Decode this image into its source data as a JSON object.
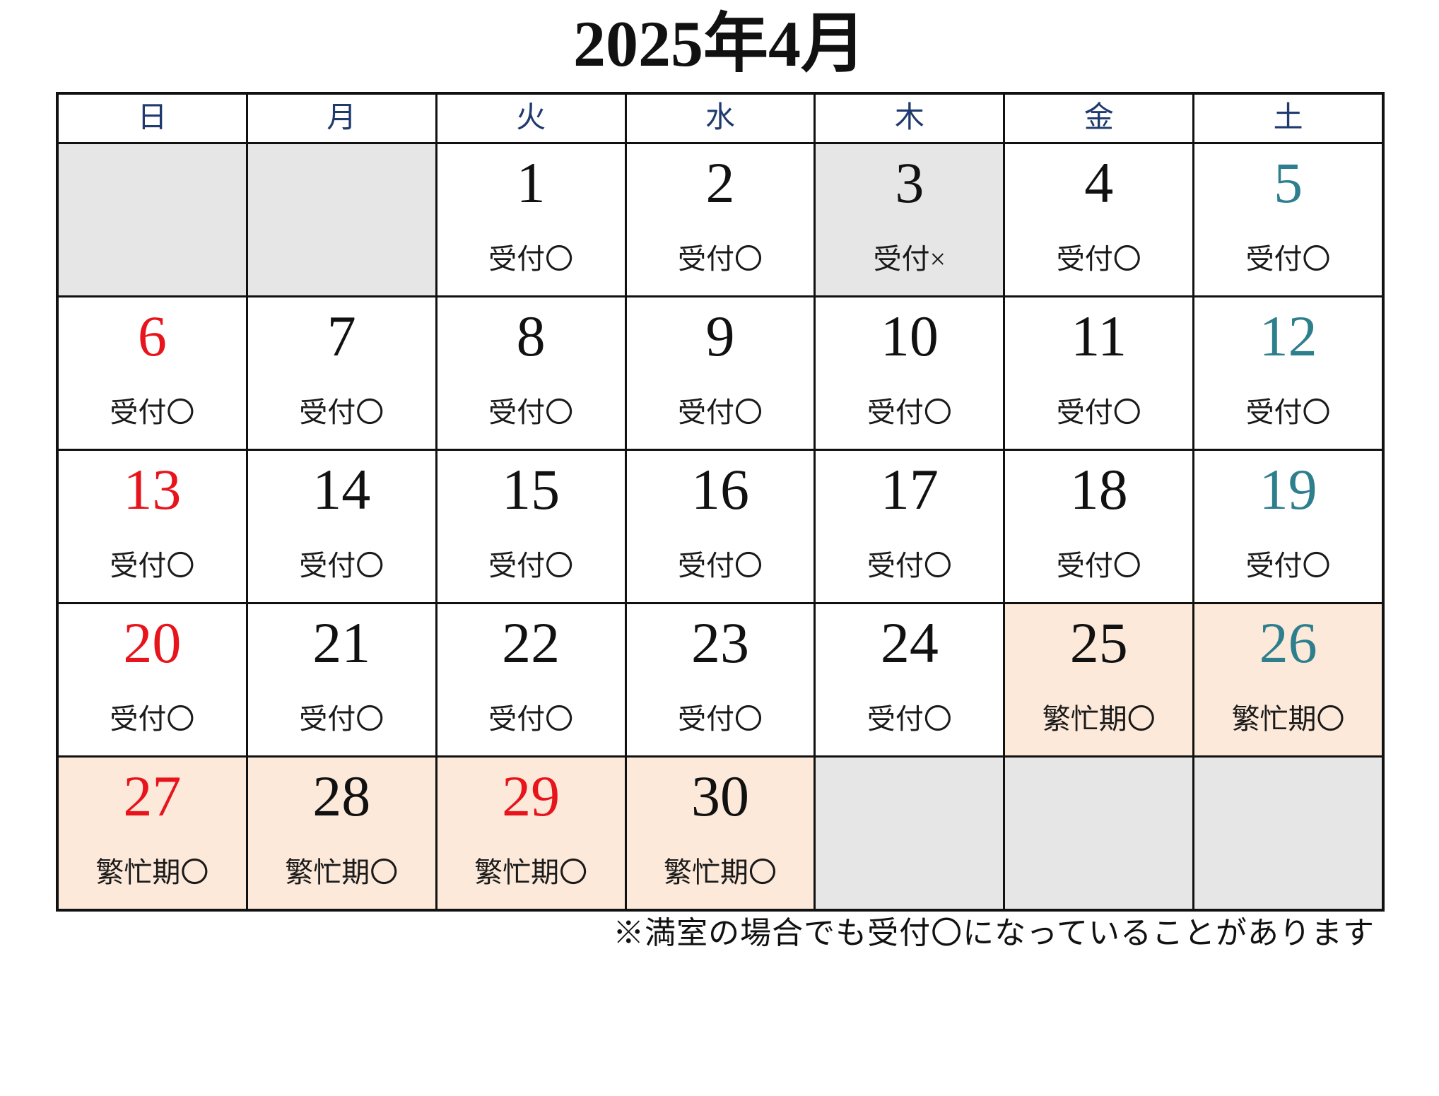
{
  "title": "2025年4月",
  "colors": {
    "header_text": "#1f3a6e",
    "border": "#111111"
  },
  "weekdays": [
    "日",
    "月",
    "火",
    "水",
    "木",
    "金",
    "土"
  ],
  "weeks": [
    [
      {
        "bg": "#e6e6e6"
      },
      {
        "bg": "#e6e6e6"
      },
      {
        "day": "1",
        "status": "受付〇",
        "color": "#111111",
        "bg": "#ffffff"
      },
      {
        "day": "2",
        "status": "受付〇",
        "color": "#111111",
        "bg": "#ffffff"
      },
      {
        "day": "3",
        "status": "受付×",
        "color": "#111111",
        "bg": "#e6e6e6"
      },
      {
        "day": "4",
        "status": "受付〇",
        "color": "#111111",
        "bg": "#ffffff"
      },
      {
        "day": "5",
        "status": "受付〇",
        "color": "#2e7f8e",
        "bg": "#ffffff"
      }
    ],
    [
      {
        "day": "6",
        "status": "受付〇",
        "color": "#e8141c",
        "bg": "#ffffff"
      },
      {
        "day": "7",
        "status": "受付〇",
        "color": "#111111",
        "bg": "#ffffff"
      },
      {
        "day": "8",
        "status": "受付〇",
        "color": "#111111",
        "bg": "#ffffff"
      },
      {
        "day": "9",
        "status": "受付〇",
        "color": "#111111",
        "bg": "#ffffff"
      },
      {
        "day": "10",
        "status": "受付〇",
        "color": "#111111",
        "bg": "#ffffff"
      },
      {
        "day": "11",
        "status": "受付〇",
        "color": "#111111",
        "bg": "#ffffff"
      },
      {
        "day": "12",
        "status": "受付〇",
        "color": "#2e7f8e",
        "bg": "#ffffff"
      }
    ],
    [
      {
        "day": "13",
        "status": "受付〇",
        "color": "#e8141c",
        "bg": "#ffffff"
      },
      {
        "day": "14",
        "status": "受付〇",
        "color": "#111111",
        "bg": "#ffffff"
      },
      {
        "day": "15",
        "status": "受付〇",
        "color": "#111111",
        "bg": "#ffffff"
      },
      {
        "day": "16",
        "status": "受付〇",
        "color": "#111111",
        "bg": "#ffffff"
      },
      {
        "day": "17",
        "status": "受付〇",
        "color": "#111111",
        "bg": "#ffffff"
      },
      {
        "day": "18",
        "status": "受付〇",
        "color": "#111111",
        "bg": "#ffffff"
      },
      {
        "day": "19",
        "status": "受付〇",
        "color": "#2e7f8e",
        "bg": "#ffffff"
      }
    ],
    [
      {
        "day": "20",
        "status": "受付〇",
        "color": "#e8141c",
        "bg": "#ffffff"
      },
      {
        "day": "21",
        "status": "受付〇",
        "color": "#111111",
        "bg": "#ffffff"
      },
      {
        "day": "22",
        "status": "受付〇",
        "color": "#111111",
        "bg": "#ffffff"
      },
      {
        "day": "23",
        "status": "受付〇",
        "color": "#111111",
        "bg": "#ffffff"
      },
      {
        "day": "24",
        "status": "受付〇",
        "color": "#111111",
        "bg": "#ffffff"
      },
      {
        "day": "25",
        "status": "繁忙期〇",
        "color": "#111111",
        "bg": "#fce9da"
      },
      {
        "day": "26",
        "status": "繁忙期〇",
        "color": "#2e7f8e",
        "bg": "#fce9da"
      }
    ],
    [
      {
        "day": "27",
        "status": "繁忙期〇",
        "color": "#e8141c",
        "bg": "#fce9da"
      },
      {
        "day": "28",
        "status": "繁忙期〇",
        "color": "#111111",
        "bg": "#fce9da"
      },
      {
        "day": "29",
        "status": "繁忙期〇",
        "color": "#e8141c",
        "bg": "#fce9da"
      },
      {
        "day": "30",
        "status": "繁忙期〇",
        "color": "#111111",
        "bg": "#fce9da"
      },
      {
        "bg": "#e6e6e6"
      },
      {
        "bg": "#e6e6e6"
      },
      {
        "bg": "#e6e6e6"
      }
    ]
  ],
  "note": "※満室の場合でも受付〇になっていることがあります"
}
